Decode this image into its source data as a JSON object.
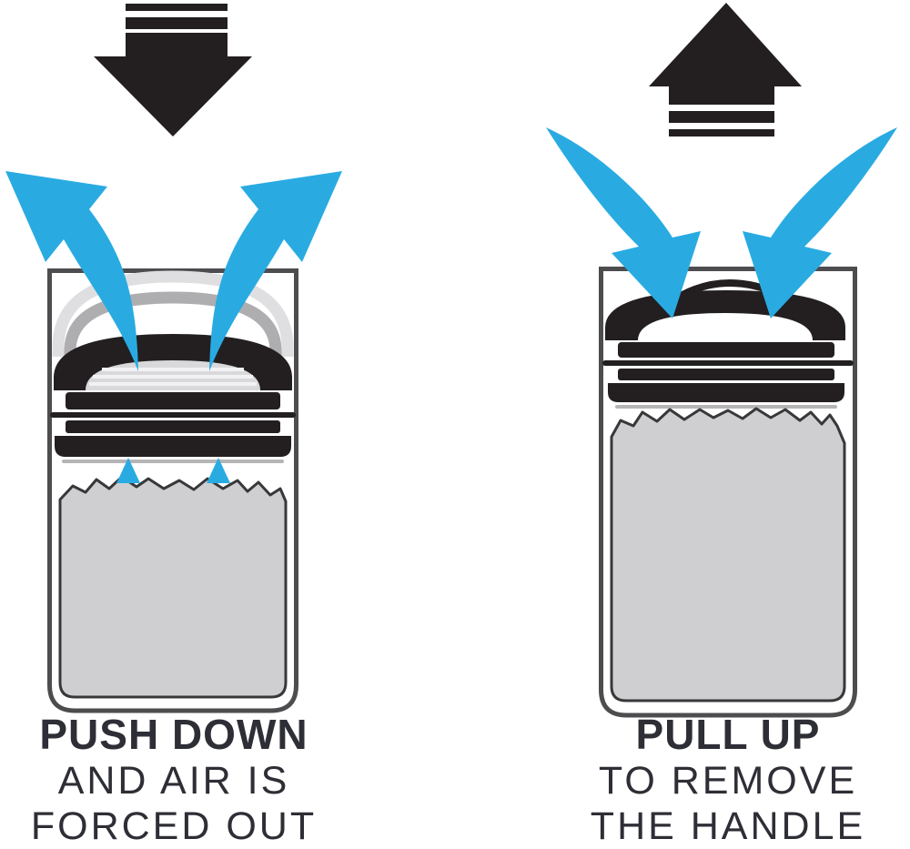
{
  "panels": [
    {
      "id": "push-down",
      "action_icon": "arrow-down-icon",
      "caption": [
        "PUSH DOWN",
        "AND AIR IS",
        "FORCED OUT"
      ]
    },
    {
      "id": "pull-up",
      "action_icon": "arrow-up-icon",
      "caption": [
        "PULL UP",
        "TO REMOVE",
        "THE HANDLE"
      ]
    }
  ],
  "icons": {
    "arrow_down": "arrow-down-icon",
    "arrow_up": "arrow-up-icon",
    "air_out_left": "air-flow-out-left-icon",
    "air_out_right": "air-flow-out-right-icon",
    "air_in_left": "air-flow-in-left-icon",
    "air_in_right": "air-flow-in-right-icon",
    "air_bubbles": "air-bubble-icon"
  },
  "colors": {
    "ink_black": "#231f20",
    "air_blue": "#29abe2",
    "food_gray": "#cfcfd2",
    "container_outline": "#4d4d4f",
    "ghost_light": "#dfdfe1",
    "ghost_mid": "#aeaeb0",
    "caption_text": "#2e2e36"
  }
}
